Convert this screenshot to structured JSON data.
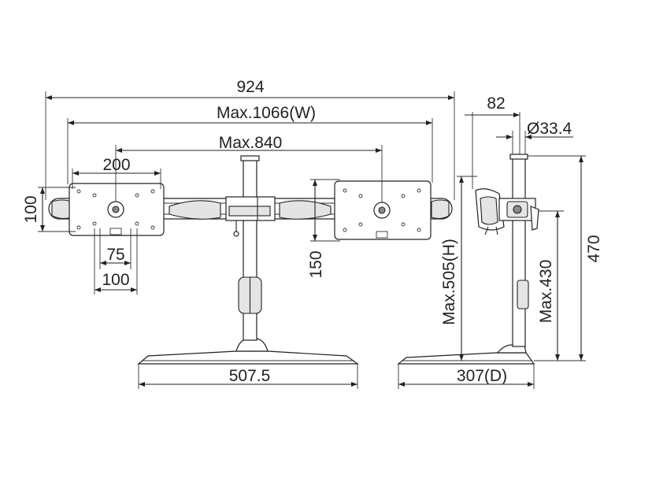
{
  "colors": {
    "line": "#222222",
    "text": "#222222",
    "shade": "#e4e4e4",
    "background": "#ffffff"
  },
  "front_view": {
    "dims": {
      "overall_width": "924",
      "max_width": "Max.1066(W)",
      "max_spacing": "Max.840",
      "vesa_horizontal": "200",
      "vesa_vertical": "100",
      "vesa_small": "75",
      "vesa_small_2": "100",
      "arm_to_plate": "150",
      "base_width": "507.5"
    }
  },
  "side_view": {
    "dims": {
      "arm_depth": "82",
      "pole_diameter": "Ø33.4",
      "max_height": "Max.505(H)",
      "clamp_height": "Max.430",
      "pole_height": "470",
      "base_depth": "307(D)"
    }
  }
}
